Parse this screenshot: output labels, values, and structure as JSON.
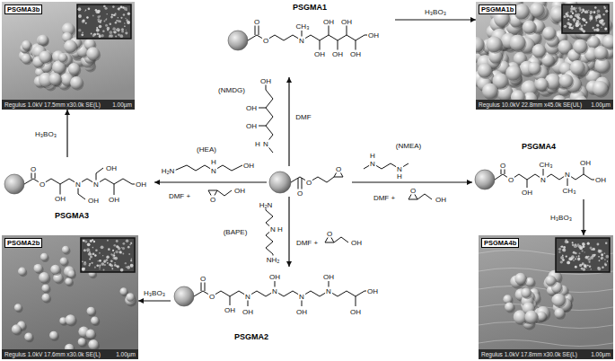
{
  "diagram": {
    "nodes": [
      {
        "text": [
          "PSGMA3b",
          "Regulus 1.0kV 17.5mm x30.0k SE(L)",
          "1.00µm"
        ]
      },
      {
        "text": [
          "PSGMA1"
        ]
      },
      {
        "text": [
          "PSGMA1b",
          "Regulus 10.0kV 22.8mm x45.0k SE(UL)",
          "1.00µm"
        ]
      },
      {
        "text": [
          "PSGMA3"
        ]
      },
      {
        "text": [
          "PSGMA4"
        ]
      },
      {
        "text": [
          "PSGMA2"
        ]
      },
      {
        "text": [
          "PSGMA2b",
          "Regulus 1.0kV 17.6mm x30.0k SE(L)",
          "1.00µm"
        ]
      },
      {
        "text": [
          "PSGMA4b",
          "Regulus 1.0kV 17.8mm x30.0k SE(L)",
          "1.00µm"
        ]
      }
    ],
    "edges": [
      {
        "from": 1,
        "to": 2,
        "arrow": "to",
        "label": "H₃BO₃"
      },
      {
        "from": 3,
        "to": 0,
        "arrow": "to",
        "label": "H₃BO₃"
      },
      {
        "from": 4,
        "to": 7,
        "arrow": "to",
        "label": "H₃BO₃"
      },
      {
        "from": 5,
        "to": 6,
        "arrow": "to",
        "label": "H₃BO₃"
      }
    ],
    "labels": [
      "(NMDG)",
      "OH",
      "OH",
      "OH",
      "N",
      "H",
      "DMF",
      "(HEA)",
      "H₂N",
      "N",
      "H",
      "OH",
      "DMF +",
      "O",
      "OH",
      "(NMEA)",
      "N",
      "H",
      "N",
      "H",
      "DMF +",
      "O",
      "OH",
      "(BAPE)",
      "H₂N",
      "N",
      "H",
      "NH₂",
      "DMF +",
      "O",
      "OH",
      "O",
      "O",
      "O",
      "O",
      "O",
      "N",
      "CH₃",
      "OH",
      "OH",
      "OH",
      "OH",
      "OH",
      "OH",
      "O",
      "O",
      "OH",
      "N",
      "OH",
      "N",
      "OH",
      "OH",
      "OH",
      "O",
      "O",
      "OH",
      "N",
      "CH₃",
      "N",
      "CH₃",
      "OH",
      "OH",
      "O",
      "O",
      "OH",
      "N",
      "OH",
      "N",
      "OH",
      "N",
      "OH",
      "N",
      "OH",
      "OH",
      "OH"
    ]
  }
}
